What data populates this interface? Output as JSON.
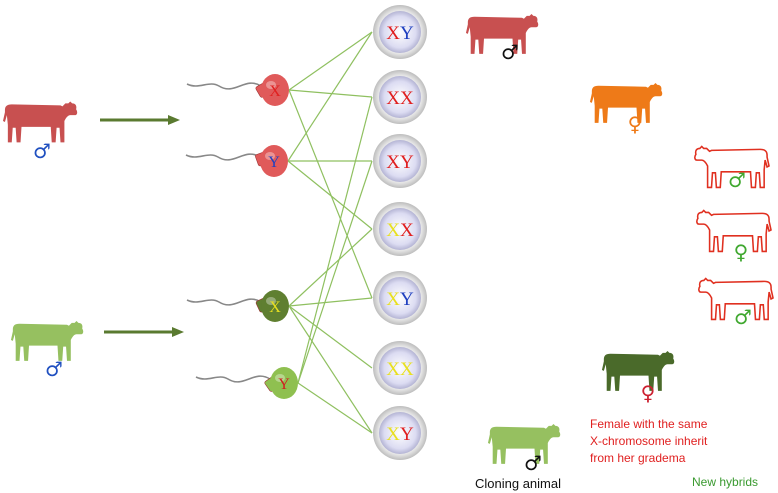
{
  "symbols": {
    "male": "♂",
    "female": "♀"
  },
  "sperm": [
    {
      "letter": "X",
      "letter_color": "#e02020",
      "head_color": "#e05a5a"
    },
    {
      "letter": "Y",
      "letter_color": "#2040c0",
      "head_color": "#e05a5a"
    },
    {
      "letter": "X",
      "letter_color": "#e8e020",
      "head_color": "#5f7f30"
    },
    {
      "letter": "Y",
      "letter_color": "#d02020",
      "head_color": "#8fc050"
    }
  ],
  "cells": [
    {
      "a": "X",
      "a_color": "#e02020",
      "b": "Y",
      "b_color": "#2040c0"
    },
    {
      "a": "X",
      "a_color": "#e02020",
      "b": "X",
      "b_color": "#e02020"
    },
    {
      "a": "X",
      "a_color": "#e02020",
      "b": "Y",
      "b_color": "#e02020"
    },
    {
      "a": "X",
      "a_color": "#e8e020",
      "b": "X",
      "b_color": "#e02020"
    },
    {
      "a": "X",
      "a_color": "#e8e020",
      "b": "Y",
      "b_color": "#2040c0"
    },
    {
      "a": "X",
      "a_color": "#e8e020",
      "b": "X",
      "b_color": "#e8e020"
    },
    {
      "a": "X",
      "a_color": "#e8e020",
      "b": "Y",
      "b_color": "#e02020"
    }
  ],
  "colors": {
    "red_cow": "#c85050",
    "green_cow": "#96c060",
    "orange_cow": "#ee7a18",
    "dark_green_cow": "#4a6a2a",
    "outline_cow": "#e03020",
    "arrow": "#5a7a30",
    "line": "#8fc060",
    "symbol_blue": "#2050c0",
    "symbol_green": "#40a830",
    "symbol_black": "#111111",
    "symbol_orange": "#ee7a18",
    "symbol_red": "#cc2030"
  },
  "labels": {
    "female_note": [
      "Female with the same",
      "X-chromosome inherit",
      "from her gradema"
    ],
    "cloning": "Cloning animal",
    "new_hybrids": "New hybrids"
  }
}
